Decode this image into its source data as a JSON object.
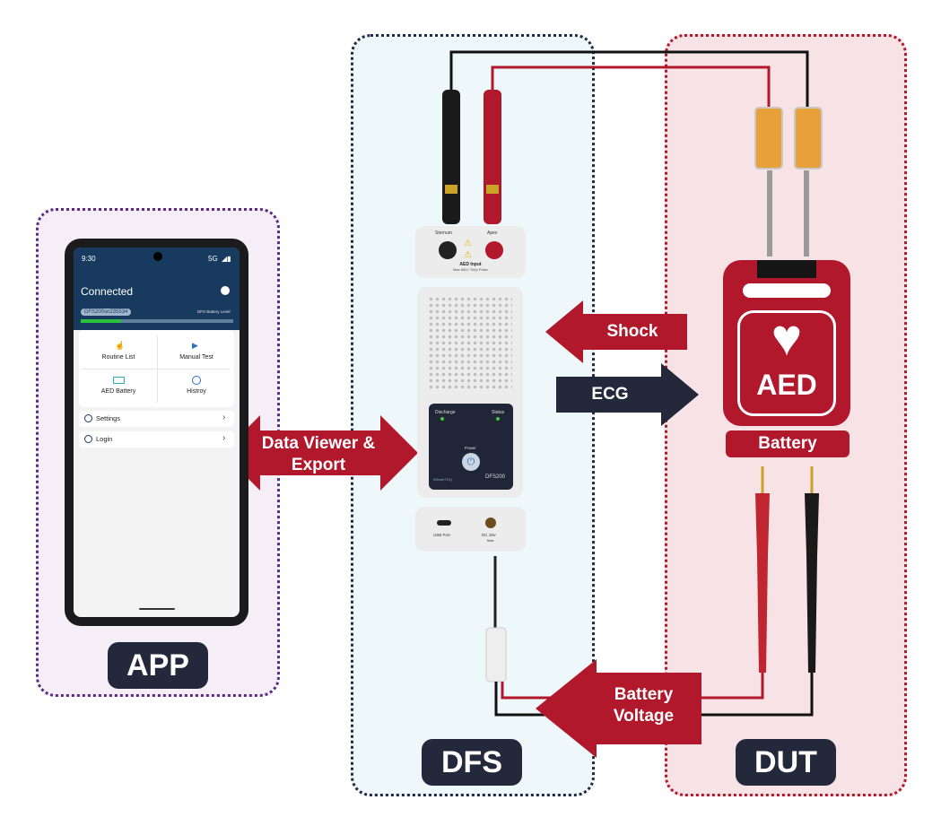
{
  "phone": {
    "status_time": "9:30",
    "status_network": "5G",
    "title": "Connected",
    "device_id": "DFS200sn235534",
    "battery_caption": "DFS Battery Level",
    "tiles": [
      {
        "label": "Routine List",
        "icon": "hand-pointer-icon"
      },
      {
        "label": "Manual Test",
        "icon": "play-icon"
      },
      {
        "label": "AED Battery",
        "icon": "battery-icon"
      },
      {
        "label": "Histroy",
        "icon": "clock-icon"
      }
    ],
    "rows": [
      {
        "label": "Settings",
        "icon": "gear-icon"
      },
      {
        "label": "Login",
        "icon": "user-icon"
      }
    ]
  },
  "dfs_device": {
    "ports_top": [
      "Sternum",
      "Apex"
    ],
    "aed_input_label": "AED Input",
    "aed_input_sub": "Max 600J 7kVp Pulse",
    "indicators": [
      "Discharge",
      "Status"
    ],
    "power_label": "Power",
    "brand": "WinnerTEQ",
    "model": "DFS200",
    "ports_bottom": [
      "USB Port",
      "DC 18V"
    ],
    "ports_bottom_sub": "Max"
  },
  "aed": {
    "label": "AED",
    "battery_label": "Battery"
  },
  "arrows": {
    "shock": "Shock",
    "ecg": "ECG",
    "data_line1": "Data Viewer &",
    "data_line2": "Export",
    "batt_line1": "Battery",
    "batt_line2": "Voltage"
  },
  "zones": {
    "app": "APP",
    "dfs": "DFS",
    "dut": "DUT"
  },
  "colors": {
    "red": "#b1182c",
    "navy": "#23283a",
    "app_header": "#173a5e"
  }
}
